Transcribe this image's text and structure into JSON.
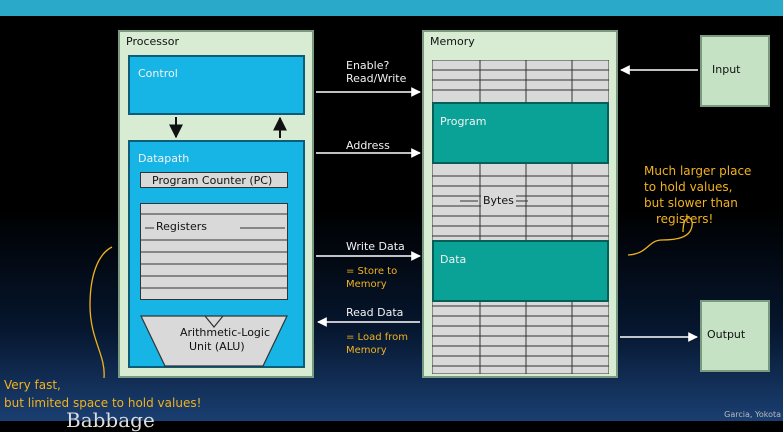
{
  "processor": {
    "title": "Processor",
    "control": "Control",
    "datapath": "Datapath",
    "pc": "Program Counter (PC)",
    "registers": "Registers",
    "alu_line1": "Arithmetic-Logic",
    "alu_line2": "Unit (ALU)"
  },
  "memory": {
    "title": "Memory",
    "program": "Program",
    "bytes": "Bytes",
    "data": "Data"
  },
  "io": {
    "input": "Input",
    "output": "Output"
  },
  "signals": {
    "enable_line1": "Enable?",
    "enable_line2": "Read/Write",
    "address": "Address",
    "write_data": "Write Data",
    "store_line1": "= Store to",
    "store_line2": "Memory",
    "read_data": "Read Data",
    "load_line1": "= Load from",
    "load_line2": "Memory"
  },
  "notes": {
    "right_line1": "Much larger place",
    "right_line2": "to hold values,",
    "right_line3": "but slower than",
    "right_line4": "registers!",
    "left_line1": "Very fast,",
    "left_line2": "but limited space to hold values!"
  },
  "footer": {
    "partial_title": "Babbage",
    "credit": "Garcia, Yokota"
  },
  "colors": {
    "accent_bar": "#2aa9c8",
    "unit_fill": "#17b4e6",
    "memory_band": "#0aa197",
    "box_fill": "#d8ecd4",
    "note_text": "#f2b21e"
  }
}
